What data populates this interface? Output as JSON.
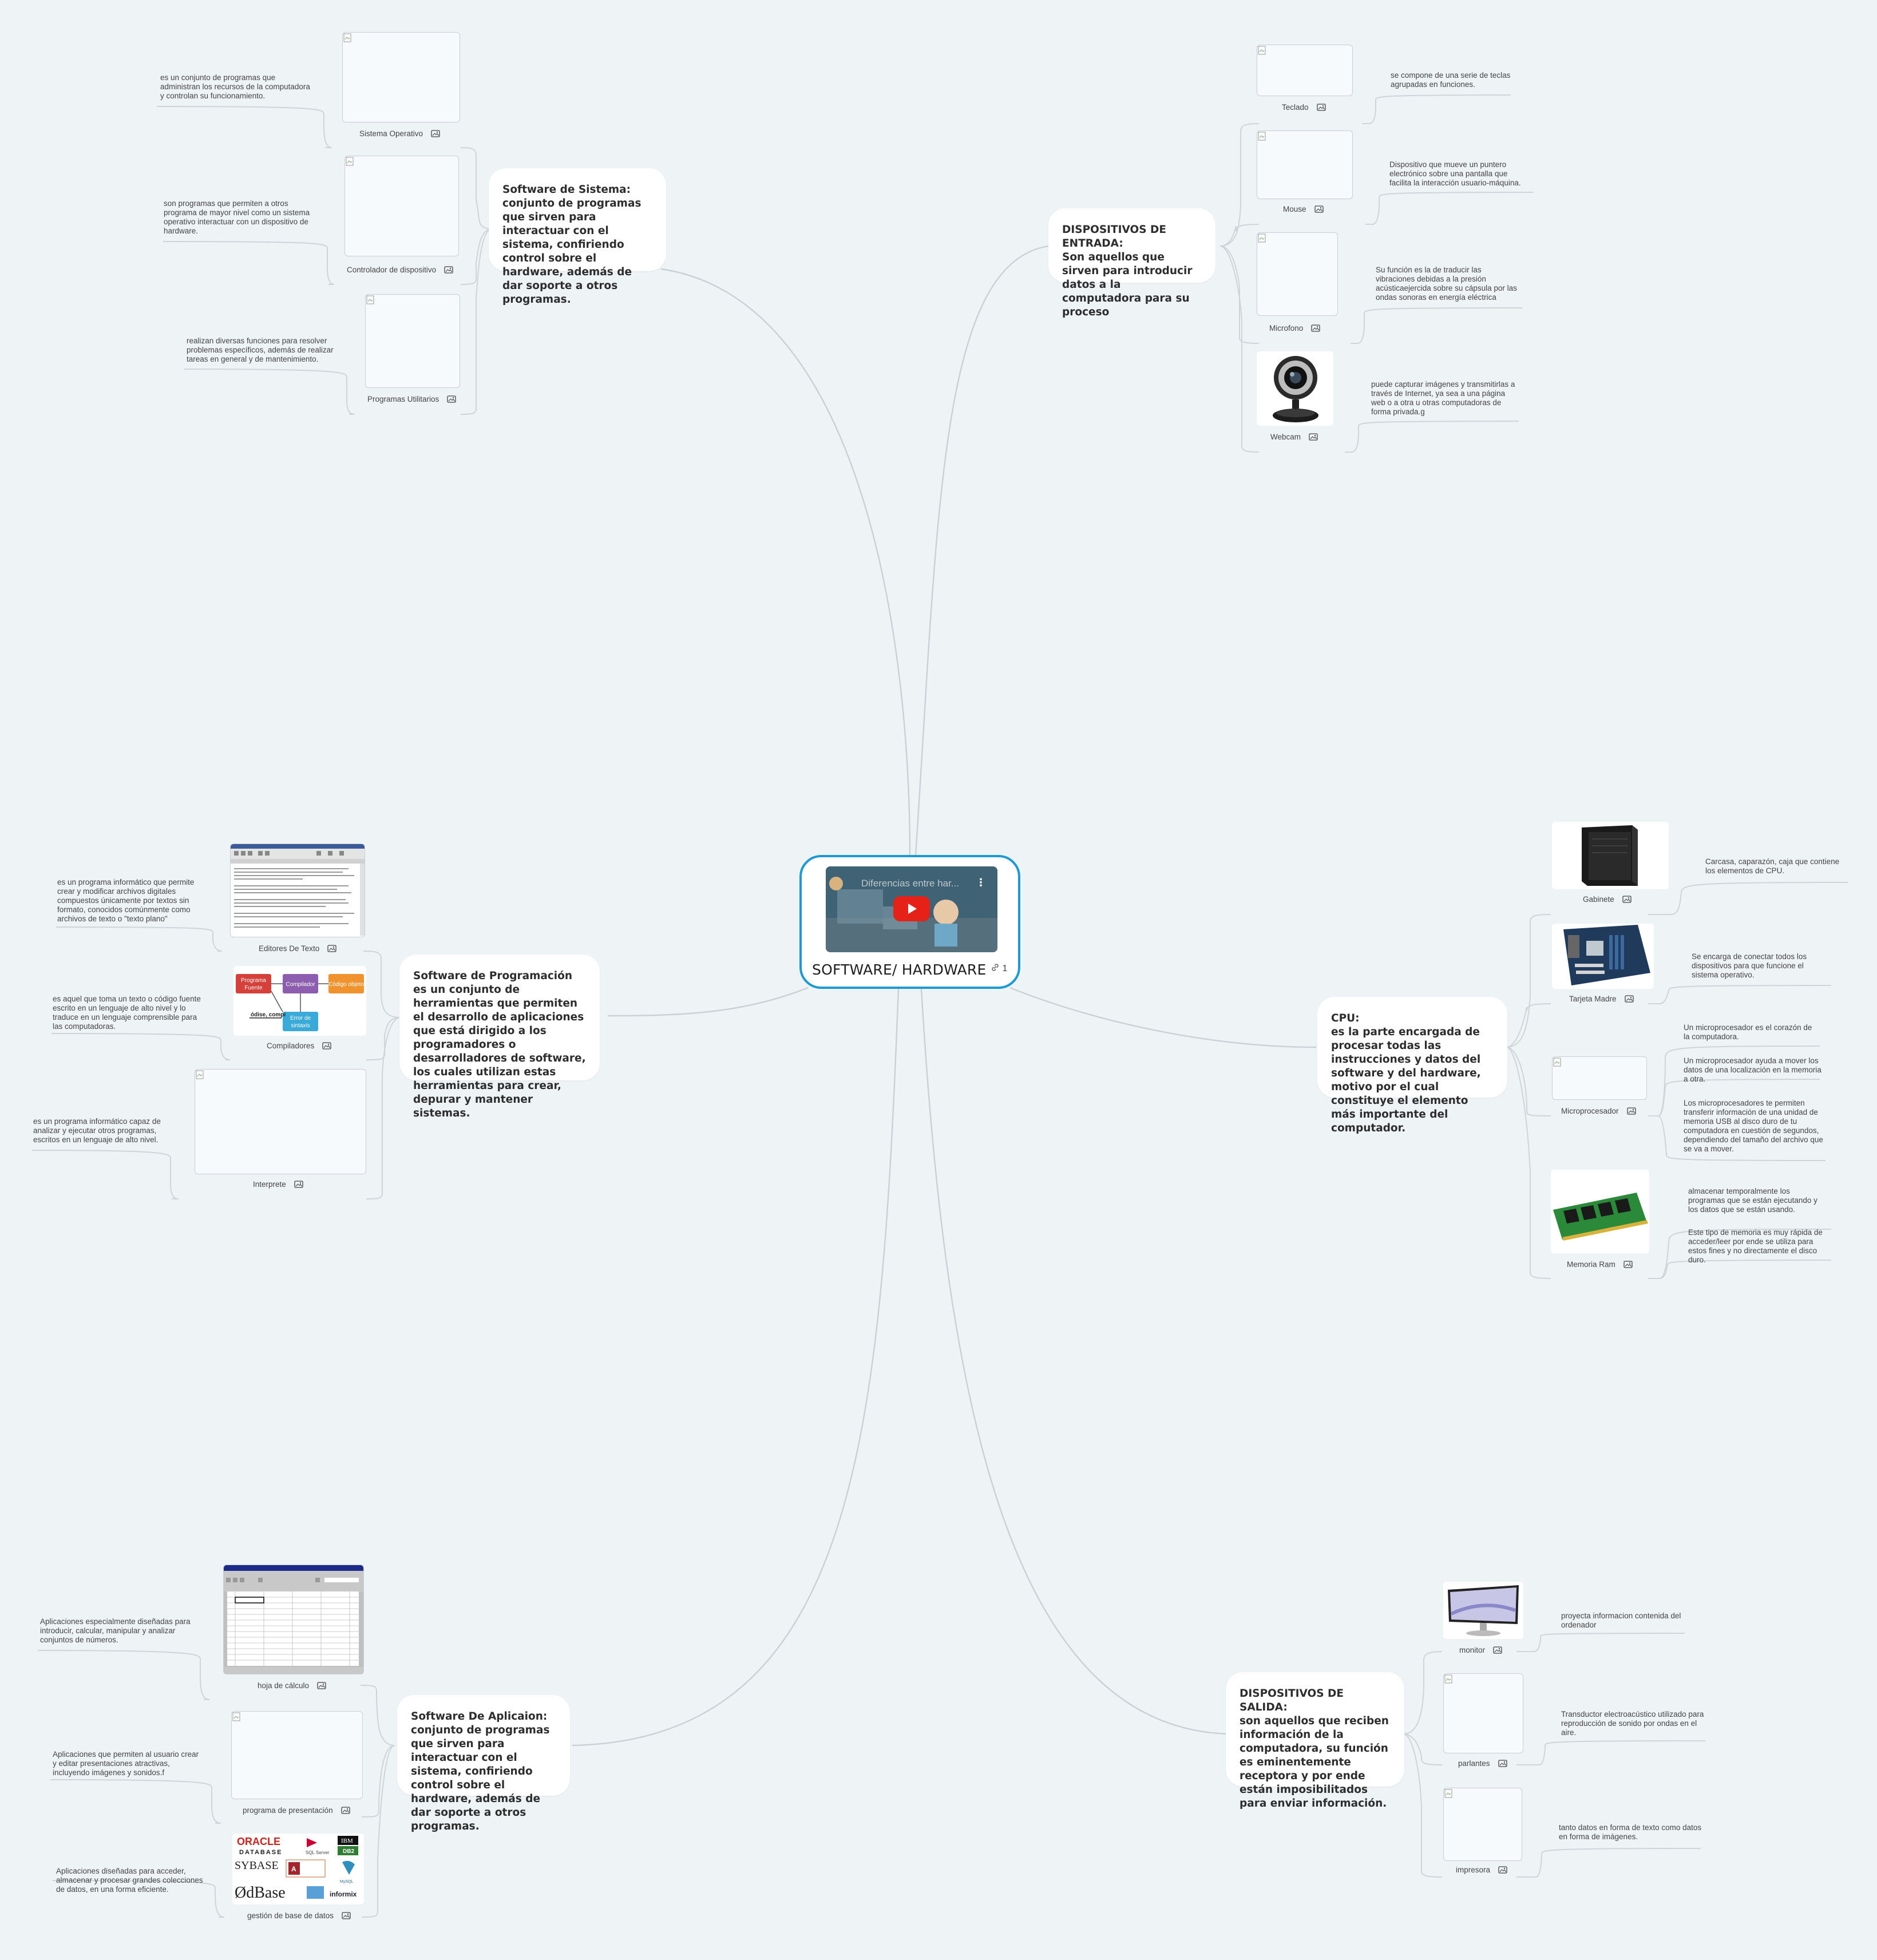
{
  "center": {
    "title": "SOFTWARE/ HARDWARE",
    "link_count": "1",
    "video_title": "Diferencias entre har..."
  },
  "branches": {
    "software_sistema": {
      "text": "Software de Sistema:\nconjunto de programas que sirven para interactuar con el sistema, confiriendo control sobre el hardware, además de dar soporte a otros programas.",
      "children": [
        {
          "label": "Sistema Operativo",
          "desc": "es un conjunto de programas que administran los recursos de la computadora y controlan su funcionamiento."
        },
        {
          "label": "Controlador de dispositivo",
          "desc": "son programas que permiten a otros programa de mayor nivel como un sistema operativo interactuar con un dispositivo de hardware."
        },
        {
          "label": "Programas Utilitarios",
          "desc": "realizan diversas funciones para resolver problemas específicos, además de realizar tareas en general y de mantenimiento."
        }
      ]
    },
    "software_programacion": {
      "text": "Software de Programación\nes un conjunto de herramientas que permiten el desarrollo de aplicaciones  que está dirigido a los programadores o desarrolladores de software, los cuales utilizan estas herramientas para crear, depurar y mantener sistemas.",
      "children": [
        {
          "label": "Editores De Texto",
          "desc": "es un programa informático que permite crear y modificar archivos digitales compuestos únicamente por textos sin formato, conocidos comúnmente como archivos de texto o \"texto plano\""
        },
        {
          "label": "Compiladores",
          "desc": "es aquel que toma un texto o código fuente escrito en un lenguaje de alto nivel y lo traduce en un lenguaje comprensible para las computadoras."
        },
        {
          "label": "Interprete",
          "desc": "es un programa informático capaz de analizar y ejecutar otros programas, escritos en un lenguaje de alto nivel."
        }
      ],
      "compiler_diagram": {
        "source": "Programa\nFuente",
        "compiler": "Compilador",
        "object": "Código objeto",
        "errors": "Error de\nsintaxis",
        "partial": "ódise, compi"
      }
    },
    "software_aplicacion": {
      "text": "Software De Aplicaion:\nconjunto de programas que sirven para interactuar con el sistema, confiriendo control sobre el hardware, además de dar soporte a otros programas.",
      "children": [
        {
          "label": "hoja de cálculo",
          "desc": "Aplicaciones especialmente diseñadas para introducir, calcular, manipular y analizar conjuntos de números."
        },
        {
          "label": "programa de presentación",
          "desc": "Aplicaciones que permiten al usuario crear y editar presentaciones atractivas, incluyendo imágenes y sonidos.f"
        },
        {
          "label": "gestión de base de datos",
          "desc": "Aplicaciones diseñadas para acceder, almacenar y procesar grandes colecciones de datos, en una forma eficiente."
        }
      ],
      "db_logos": [
        "ORACLE",
        "DATABASE",
        "SQL Server",
        "IBM",
        "DB2",
        "SYBASE",
        "dBase",
        "Informix"
      ]
    },
    "dispositivos_entrada": {
      "text": "DISPOSITIVOS DE ENTRADA:\nSon aquellos que sirven para introducir datos a la computadora para su proceso",
      "children": [
        {
          "label": "Teclado",
          "desc": "se compone de una serie de teclas agrupadas en funciones."
        },
        {
          "label": "Mouse",
          "desc": "Dispositivo que mueve un puntero electrónico sobre una pantalla que facilita la interacción usuario-máquina."
        },
        {
          "label": "Microfono",
          "desc": "Su función es la de traducir las vibraciones debidas a la presión acústicaejercida sobre su cápsula por las ondas sonoras en energía eléctrica"
        },
        {
          "label": "Webcam",
          "desc": "puede capturar imágenes y transmitirlas a través de Internet, ya sea a una página web o a otra u otras computadoras de forma privada.g"
        }
      ]
    },
    "cpu": {
      "text": "CPU:\nes la parte encargada de procesar todas las instrucciones y datos del software y del hardware, motivo por el cual constituye el elemento más importante del computador.",
      "children": [
        {
          "label": "Gabinete",
          "descs": [
            "Carcasa, caparazón, caja que contiene los elementos de CPU."
          ]
        },
        {
          "label": "Tarjeta Madre",
          "descs": [
            "Se encarga de conectar todos los dispositivos para que funcione el sistema operativo."
          ]
        },
        {
          "label": "Microprocesador",
          "descs": [
            "Un microprocesador es el corazón de la computadora.",
            "Un microprocesador ayuda a mover los datos de una localización en la memoria a otra.",
            "Los microprocesadores te permiten transferir información de una unidad de memoria USB al disco duro de tu computadora en cuestión de segundos, dependiendo del tamaño del archivo que se va a mover."
          ]
        },
        {
          "label": "Memoria Ram",
          "descs": [
            "almacenar temporalmente los programas que se están ejecutando y los datos que se están usando.",
            "Este tipo de memoria es muy rápida de acceder/leer por ende se utiliza para estos fines y no directamente el disco duro."
          ]
        }
      ]
    },
    "dispositivos_salida": {
      "text": "DISPOSITIVOS DE SALIDA:\nson aquellos que reciben información de la computadora, su función es eminentemente receptora y por ende están imposibilitados para enviar información.",
      "children": [
        {
          "label": "monitor",
          "desc": "proyecta informacion contenida del ordenador"
        },
        {
          "label": "parlantes",
          "desc": "Transductor electroacústico utilizado para reproducción de sonido por ondas en el aire."
        },
        {
          "label": "impresora",
          "desc": "tanto datos en forma de texto como datos en forma de imágenes."
        }
      ]
    }
  },
  "colors": {
    "line": "#c9d1d7",
    "center_border": "#1b9ad6",
    "background": "#eef3f6",
    "play_red": "#e62117"
  }
}
